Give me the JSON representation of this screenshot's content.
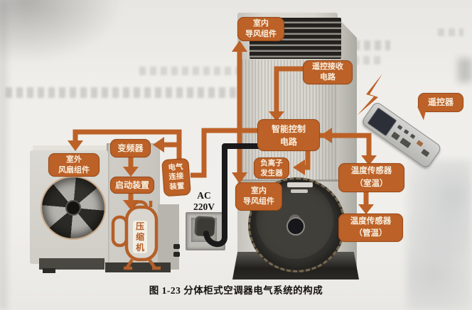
{
  "figure": {
    "caption": "图 1-23  分体柜式空调器电气系统的构成"
  },
  "labels": {
    "indoor_air_guide_top": "室内\n导风组件",
    "remote_receiver_circuit": "遥控接收\n电路",
    "remote_controller": "遥控器",
    "smart_control_circuit": "智能控制\n电路",
    "inverter": "变频器",
    "outdoor_fan_assembly": "室外\n风扇组件",
    "starter_device": "启动装置",
    "electrical_connection_device": "电气\n连接\n装置",
    "compressor": "压\n缩\n机",
    "ac_power": "AC\n220V",
    "anion_generator": "负离子\n发生器",
    "indoor_air_guide_bottom": "室内\n导风组件",
    "temperature_sensor_room": "温度传感器\n（室温）",
    "temperature_sensor_pipe": "温度传感器\n（管温）"
  },
  "colors": {
    "diagram_orange": "#bc6127",
    "power_cord_black": "#1a1a1a"
  }
}
